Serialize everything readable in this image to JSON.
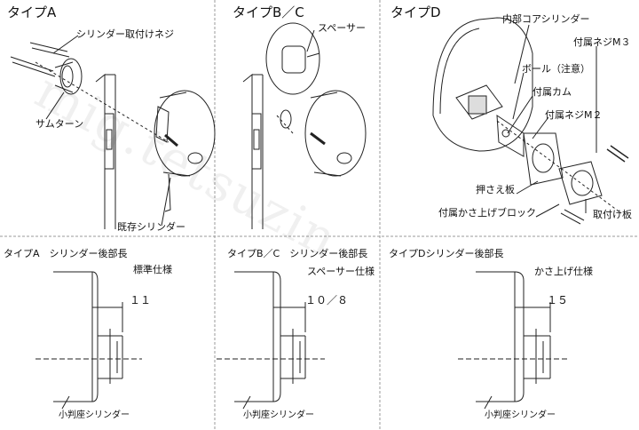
{
  "panels_top": {
    "a": {
      "title": "タイプA",
      "screw": "シリンダー取付けネジ",
      "thumb": "サムターン",
      "existing": "既存シリンダー"
    },
    "bc": {
      "title": "タイプB／C",
      "spacer": "スペーサー"
    },
    "d": {
      "title": "タイプD",
      "core": "内部コアシリンダー",
      "screw_m3": "付属ネジM３",
      "ball": "ボール（注意）",
      "cam": "付属カム",
      "screw_m2": "付属ネジM２",
      "press": "押さえ板",
      "block": "付属かさ上げブロック",
      "plate": "取付け板"
    }
  },
  "panels_bottom": {
    "a": {
      "title": "タイプA　シリンダー後部長",
      "spec": "標準仕様",
      "dim": "１１",
      "cyl": "小判座シリンダー"
    },
    "bc": {
      "title": "タイプB／C　シリンダー後部長",
      "spec": "スペーサー仕様",
      "dim": "１０／８",
      "cyl": "小判座シリンダー"
    },
    "d": {
      "title": "タイプDシリンダー後部長",
      "spec": "かさ上げ仕様",
      "dim": "１５",
      "cyl": "小判座シリンダー"
    }
  },
  "watermark": "mig.tetsuzin"
}
